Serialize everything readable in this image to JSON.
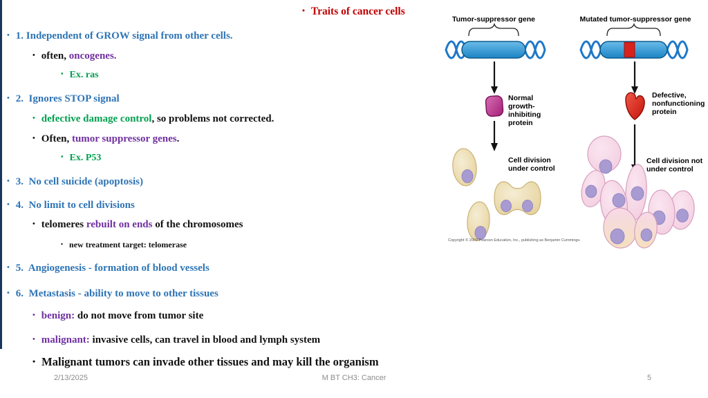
{
  "slide": {
    "title": {
      "bullet": "•",
      "text": "Traits of cancer cells"
    },
    "lines": [
      {
        "s0": "1. Independent of GROW signal from other cells."
      },
      {
        "s0": "often, ",
        "s1": "oncogenes."
      },
      {
        "s0": "Ex. ras"
      },
      {
        "s0": "2.  Ignores STOP signal"
      },
      {
        "s0": "defective damage control",
        "s1": ", so problems not corrected."
      },
      {
        "s0": "Often, ",
        "s1": "tumor suppressor genes",
        "s2": "."
      },
      {
        "s0": "Ex. P53"
      },
      {
        "s0": "3.  No cell suicide (apoptosis)"
      },
      {
        "s0": "4.  No limit to cell divisions"
      },
      {
        "s0": "telomeres ",
        "s1": "rebuilt on ends",
        "s2": " of the chromosomes"
      },
      {
        "s0": "new treatment target: telomerase"
      },
      {
        "s0": "5.  Angiogenesis - formation of blood vessels"
      },
      {
        "s0": "6.  Metastasis - ability to move to other tissues"
      },
      {
        "s0": "benign:",
        "s1": " do not move from tumor site"
      },
      {
        "s0": "malignant:",
        "s1": " invasive cells, can travel in blood and lymph system"
      },
      {
        "s0": "Malignant tumors can invade other tissues and may kill the organism"
      }
    ],
    "footer": {
      "date": "2/13/2025",
      "course": "M BT CH3: Cancer",
      "page": "5"
    }
  },
  "diagram": {
    "left": {
      "gene_label": "Tumor-suppressor gene",
      "protein_label": "Normal\ngrowth-\ninhibiting\nprotein",
      "cell_label": "Cell division\nunder control"
    },
    "right": {
      "gene_label": "Mutated tumor-suppressor gene",
      "protein_label": "Defective,\nnonfunctioning\nprotein",
      "cell_label": "Cell division not\nunder control"
    },
    "copyright": "Copyright © 2003 Pearson Education, Inc., publishing as Benjamin Cummings."
  },
  "colors": {
    "title_red": "#C00000",
    "heading_blue": "#2E74B5",
    "accent_purple": "#7030A0",
    "accent_green": "#00A050",
    "body_black": "#111111",
    "footer_gray": "#8C8C8C",
    "border_navy": "#17365D",
    "gene_blue": "#2E9BD6",
    "dna_blue": "#1E78C8",
    "mutation_red": "#D8231C",
    "normal_protein_magenta": "#BE3B8E",
    "defective_protein_red": "#E02B20",
    "normal_cell_beige": "#EBDCAC",
    "cancer_cell_pink": "#F6D7E6",
    "nucleus_purple": "#A89BD2"
  }
}
